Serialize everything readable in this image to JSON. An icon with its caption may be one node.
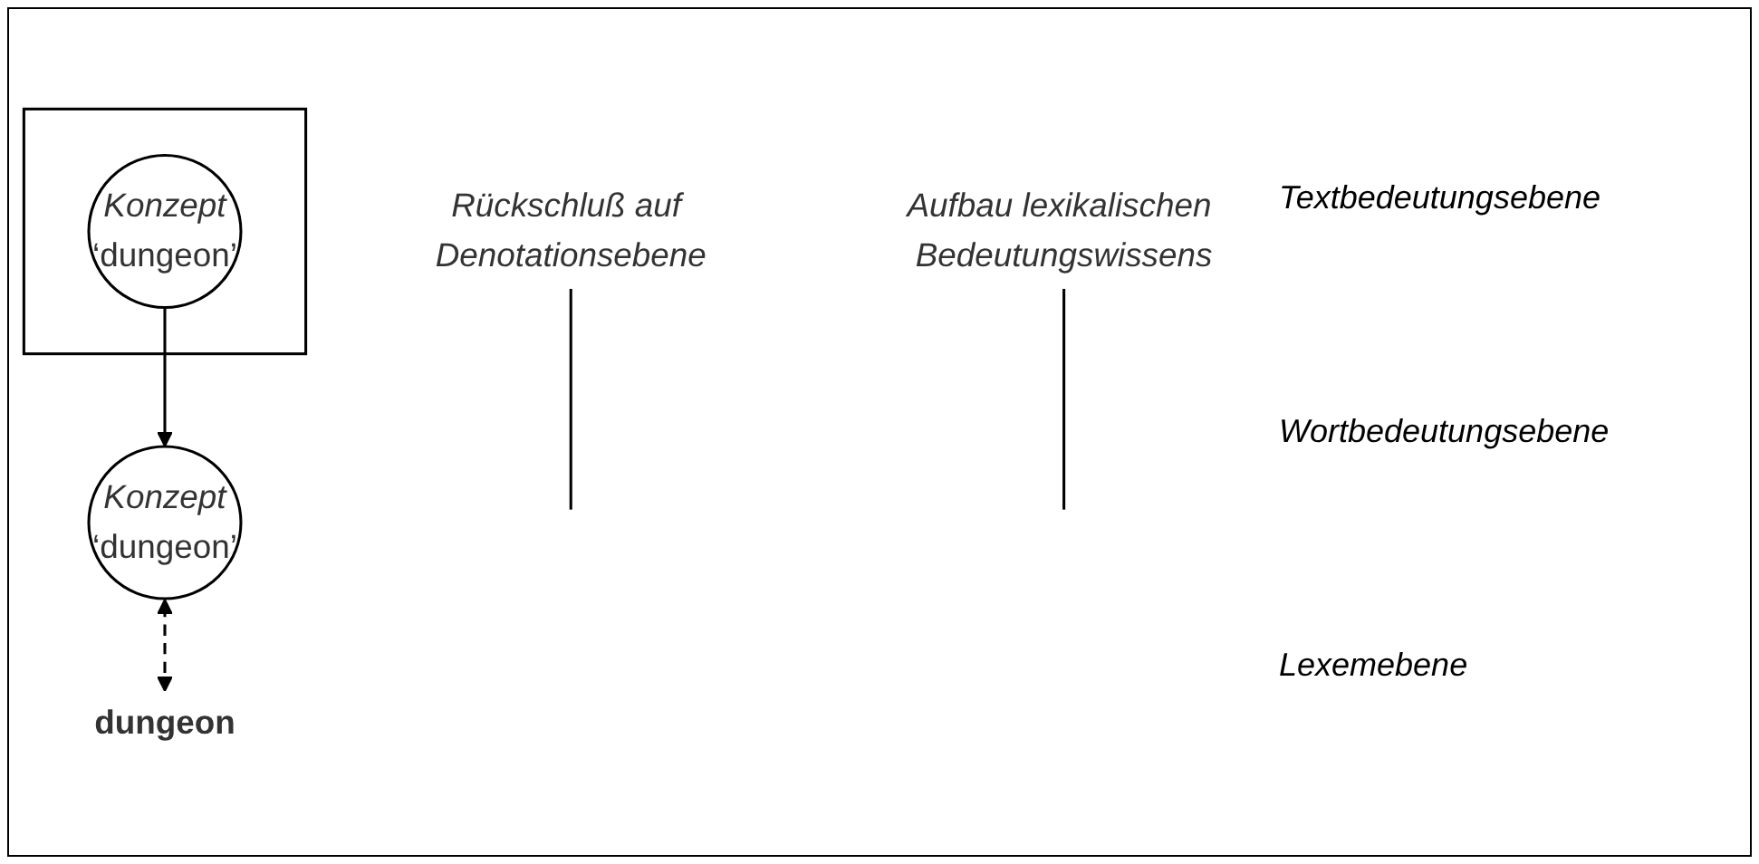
{
  "diagram": {
    "nodes": [
      {
        "text": [],
        "shape": "box"
      },
      {
        "text": [
          "Konzept",
          "‘dungeon’"
        ],
        "in": 0
      },
      {
        "text": [
          "Konzept",
          "‘dungeon’"
        ]
      },
      {
        "text": [
          "dungeon"
        ]
      },
      {
        "text": [
          "Rückschluß auf Denotationsebene"
        ]
      },
      {
        "text": [
          "Aufbau lexikalischen Bedeutungswissens"
        ]
      }
    ],
    "edges": [
      {
        "from": 1,
        "to": 2,
        "arrow": "to"
      },
      {
        "from": 3,
        "to": 2,
        "arrow": "both",
        "style": "dashed"
      },
      {
        "from": 4,
        "to": null,
        "arrow": "none"
      },
      {
        "from": 5,
        "to": null,
        "arrow": "none"
      }
    ],
    "labels": [
      "Textbedeutungsebene",
      "Wortbedeutungsebene",
      "Lexemebene"
    ]
  }
}
